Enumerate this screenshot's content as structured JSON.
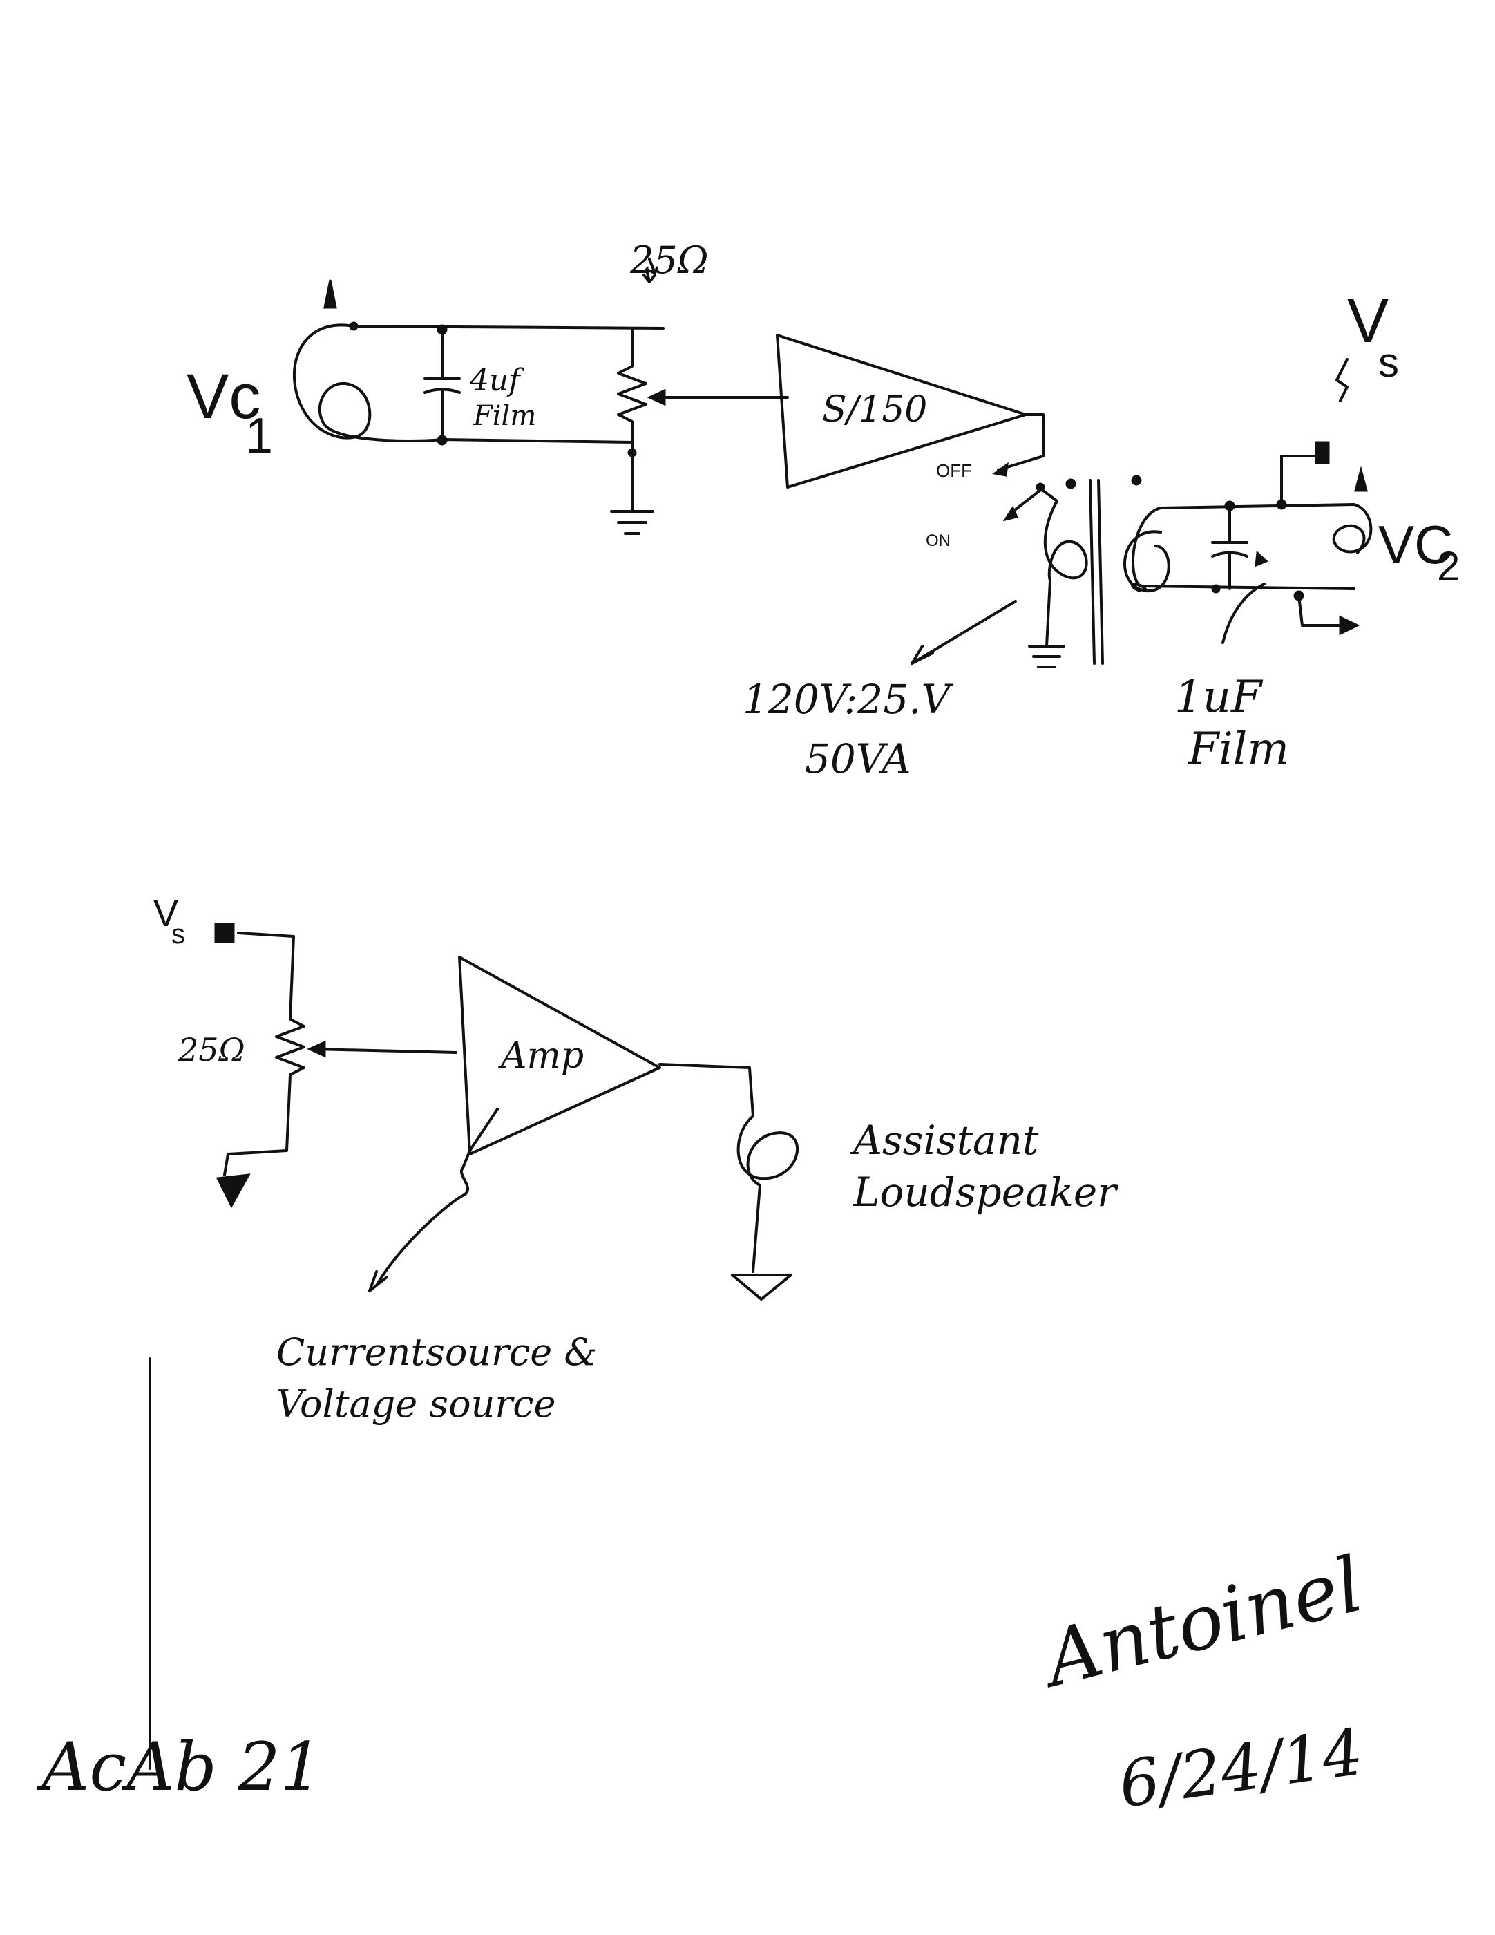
{
  "top_circuit": {
    "vc1_label": "Vc",
    "vc1_index": "1",
    "cap1_value": "4uf",
    "cap1_type": "Film",
    "pot1_value": "25Ω",
    "amp1_label": "S/150",
    "switch_off": "OFF",
    "switch_on": "ON",
    "transformer_label_line1": "120V:25.V",
    "transformer_label_line2": "50VA",
    "vs_label": "V",
    "vs_index": "s",
    "vc2_label": "VC",
    "vc2_index": "2",
    "cap2_value": "1uF",
    "cap2_type": "Film"
  },
  "bottom_circuit": {
    "vs_label": "V",
    "vs_index": "s",
    "pot2_value": "25Ω",
    "amp2_label": "Amp",
    "speaker_label_line1": "Assistant",
    "speaker_label_line2": "Loudspeaker",
    "source_label_line1": "Currentsource &",
    "source_label_line2": "Voltage source"
  },
  "footer": {
    "code": "AcAb 21",
    "signature": "Antoinel",
    "date": "6/24/14"
  },
  "colors": {
    "ink": "#111111",
    "paper": "#ffffff"
  }
}
